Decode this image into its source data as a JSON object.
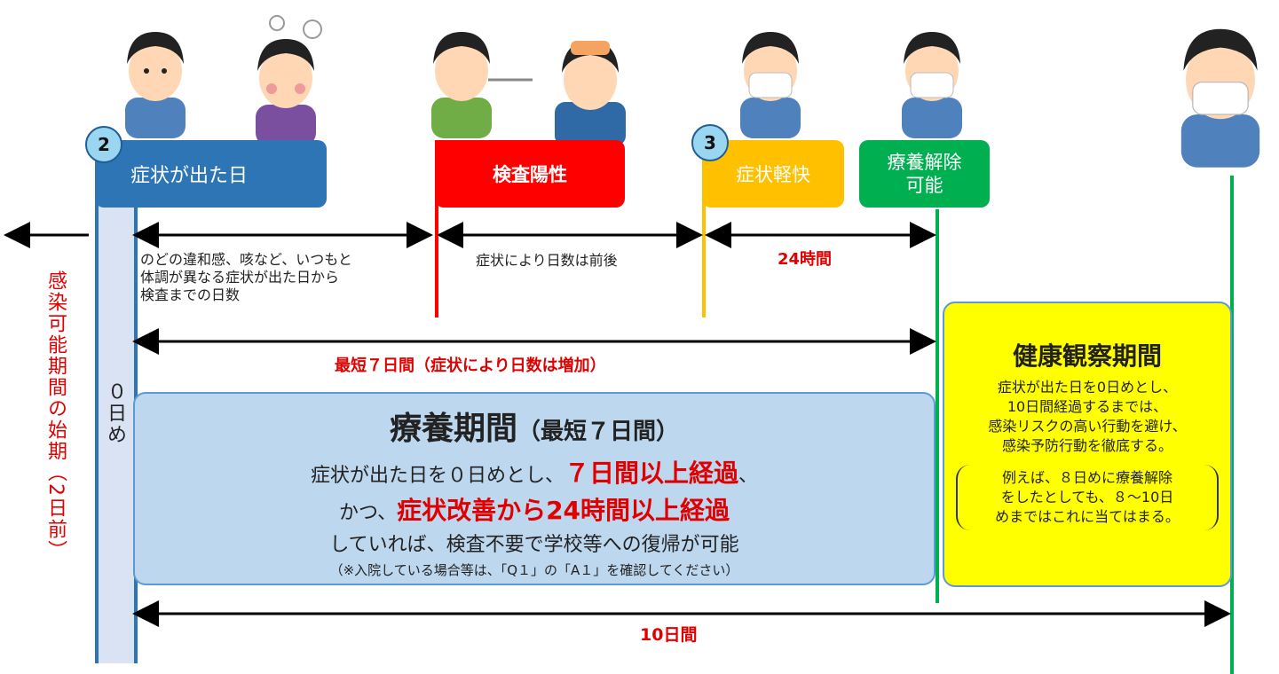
{
  "labels": {
    "symptom_day": "症状が出た日",
    "test_positive": "検査陽性",
    "symptom_ease": "症状軽快",
    "release_line1": "療養解除",
    "release_line2": "可能",
    "badge2": "2",
    "badge3": "3"
  },
  "intervals": {
    "onset_to_test_lines": [
      "のどの違和感、咳など、いつもと",
      "体調が異なる症状が出た日から",
      "検査までの日数"
    ],
    "test_to_ease": "症状により日数は前後",
    "ease_to_release": "24時間",
    "min7": "最短７日間（症状により日数は増加）",
    "ten_days": "10日間"
  },
  "infectious_start": "感染可能期間の始期（2日前）",
  "day0": "０日め",
  "recuperation": {
    "title": "療養期間",
    "title_sub": "（最短７日間）",
    "l1_pre": "症状が出た日を０日めとし、",
    "l1_red": "７日間以上経過",
    "l1_post": "、",
    "l2_pre": "かつ、",
    "l2_red": "症状改善から24時間以上経過",
    "l3": "していれば、検査不要で学校等への復帰が可能",
    "note": "（※入院している場合等は、「Q１」の「A１」を確認してください）"
  },
  "health": {
    "title": "健康観察期間",
    "lines": [
      "症状が出た日を0日めとし、",
      "10日間経過するまでは、",
      "感染リスクの高い行動を避け、",
      "感染予防行動を徹底する。"
    ],
    "example_lines": [
      "例えば、８日めに療養解除",
      "をしたとしても、８〜10日",
      "めまではこれに当てはまる。"
    ]
  },
  "colors": {
    "blue": "#2e75b6",
    "red": "#ff0000",
    "orange": "#ffc000",
    "green": "#00b050",
    "panel_blue": "#bdd7ee",
    "yellow": "#ffff00"
  }
}
